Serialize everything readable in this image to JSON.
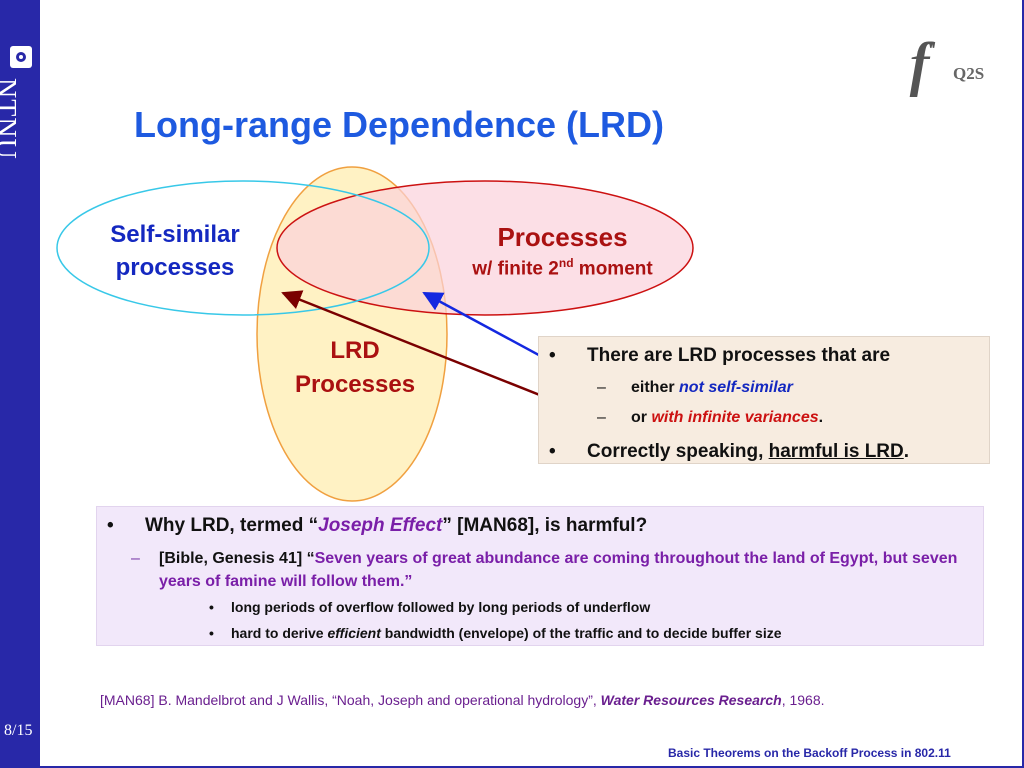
{
  "sidebar": {
    "brand": "NTNU",
    "page_number": "8/15"
  },
  "logo": {
    "mark": "ff",
    "text": "Q2S"
  },
  "title": "Long-range Dependence (LRD)",
  "venn": {
    "self_similar": {
      "line1": "Self-similar",
      "line2": "processes",
      "color": "#38c8e8"
    },
    "finite_moment": {
      "line1": "Processes",
      "line2_pre": "w/ finite 2",
      "line2_sup": "nd",
      "line2_post": " moment",
      "color": "#cc1111"
    },
    "lrd": {
      "line1": "LRD",
      "line2": "Processes",
      "color": "#f0a040"
    },
    "arrow_colors": {
      "blue": "#1428e0",
      "dark_red": "#7a0000"
    }
  },
  "box_right": {
    "b1": "There are LRD processes that are",
    "s1_pre": "either ",
    "s1_em": "not self-similar",
    "s2_pre": "or ",
    "s2_em": "with infinite variances",
    "s2_post": ".",
    "b2_pre": "Correctly speaking, ",
    "b2_u": "harmful is LRD",
    "b2_post": ".",
    "bullet": "•",
    "dash": "–"
  },
  "box_bottom": {
    "b1_pre": "Why LRD, termed “",
    "b1_em": "Joseph Effect",
    "b1_mid": "” [MAN68], ",
    "b1_post": "is harmful?",
    "s1_ref": "[Bible, Genesis 41] “",
    "s1_quote": "Seven years of great abundance are coming throughout the land of Egypt, but seven years of famine will follow them.”",
    "ss1": "long periods of overflow followed by long periods of underflow",
    "ss2_pre": "hard to derive ",
    "ss2_em": "efficient",
    "ss2_post": " bandwidth (envelope) of the traffic and to decide buffer size",
    "bullet": "•",
    "dash": "–"
  },
  "reference": {
    "pre": "[MAN68] B. Mandelbrot and J Wallis, “Noah, Joseph and operational hydrology”, ",
    "journal": "Water Resources Research",
    "post": ", 1968."
  },
  "footer": "Basic Theorems on the Backoff Process in 802.11"
}
